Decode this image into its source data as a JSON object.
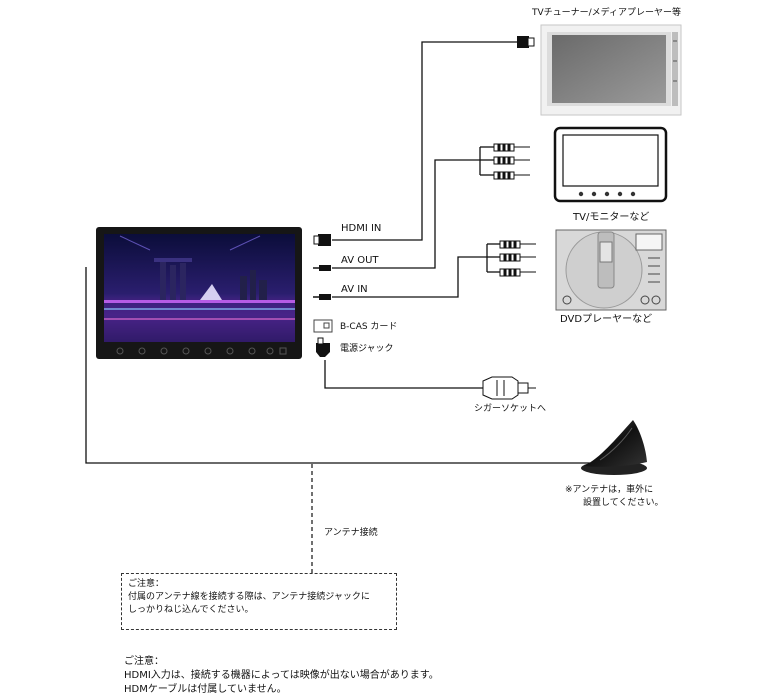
{
  "labels": {
    "tv_tuner": "TVチューナー/メディアプレーヤー等",
    "tv_monitor": "TV/モニターなど",
    "dvd_player": "DVDプレーヤーなど",
    "hdmi_in": "HDMI IN",
    "av_out": "AV OUT",
    "av_in": "AV IN",
    "bcas": "B-CAS カード",
    "power_jack": "電源ジャック",
    "cigar_socket": "シガーソケットへ",
    "antenna_note_1": "※アンテナは，車外に",
    "antenna_note_2": "設置してください。",
    "antenna_connect": "アンテナ接続"
  },
  "caution_box": {
    "heading": "ご注意：",
    "line1": "付属のアンテナ線を接続する際は、アンテナ接続ジャックに",
    "line2": "しっかりねじ込んでください。"
  },
  "caution_bottom": {
    "heading": "ご注意：",
    "line1": "HDMI入力は、接続する機器によっては映像が出ない場合があります。",
    "line2": "HDMケーブルは付属していません。"
  }
}
